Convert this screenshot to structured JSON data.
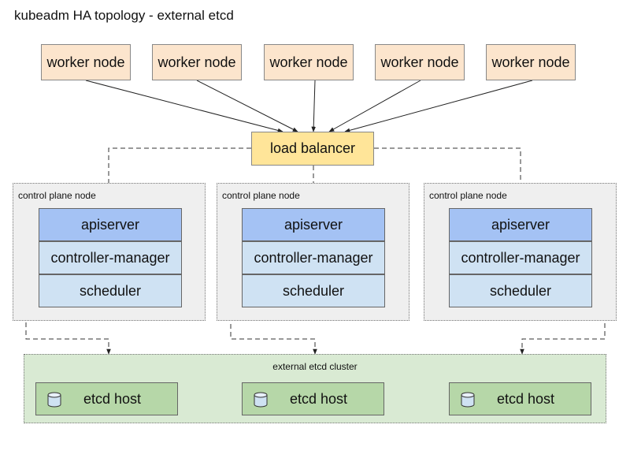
{
  "title": "kubeadm HA topology - external etcd",
  "workers": [
    "worker node",
    "worker node",
    "worker node",
    "worker node",
    "worker node"
  ],
  "load_balancer": "load balancer",
  "control_plane_nodes": [
    {
      "label": "control plane node",
      "components": [
        "apiserver",
        "controller-manager",
        "scheduler"
      ]
    },
    {
      "label": "control plane node",
      "components": [
        "apiserver",
        "controller-manager",
        "scheduler"
      ]
    },
    {
      "label": "control plane node",
      "components": [
        "apiserver",
        "controller-manager",
        "scheduler"
      ]
    }
  ],
  "etcd_cluster": {
    "label": "external etcd cluster",
    "hosts": [
      "etcd host",
      "etcd host",
      "etcd host"
    ]
  },
  "colors": {
    "worker": "#fce5cd",
    "load_balancer": "#ffe599",
    "apiserver": "#a4c2f4",
    "component": "#cfe2f3",
    "control_plane_bg": "#efefef",
    "etcd_cluster_bg": "#d9ead3",
    "etcd_host": "#b6d7a8"
  },
  "icons": {
    "etcd_host": "database-cylinder-icon"
  }
}
